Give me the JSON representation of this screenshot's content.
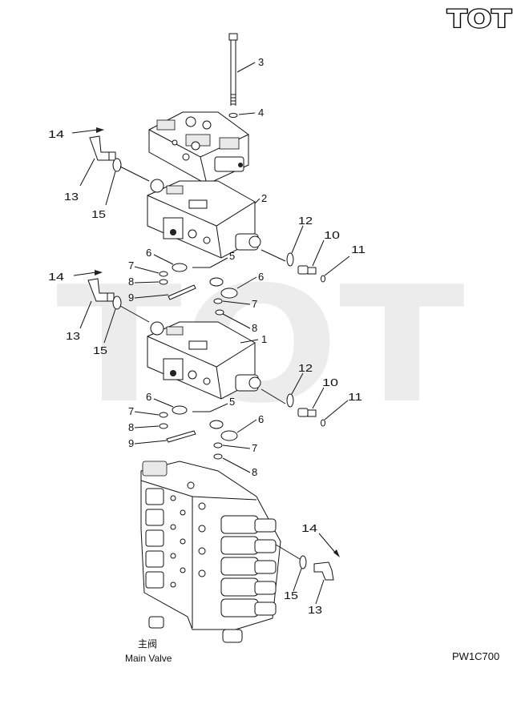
{
  "logo": {
    "text": "TOT"
  },
  "watermark": {
    "text": "TOT"
  },
  "callouts": {
    "p1": "1",
    "p2": "2",
    "p3": "3",
    "p4": "4",
    "p5": "5",
    "p6": "6",
    "p7": "7",
    "p8": "8",
    "p9": "9",
    "p10": "10",
    "p11": "11",
    "p12": "12",
    "p13": "13",
    "p14": "14",
    "p15": "15"
  },
  "caption": {
    "zh": "主阀",
    "en": "Main Valve"
  },
  "figure_code": "PW1C700",
  "colors": {
    "line": "#111111",
    "watermark": "#d6d6d6"
  }
}
